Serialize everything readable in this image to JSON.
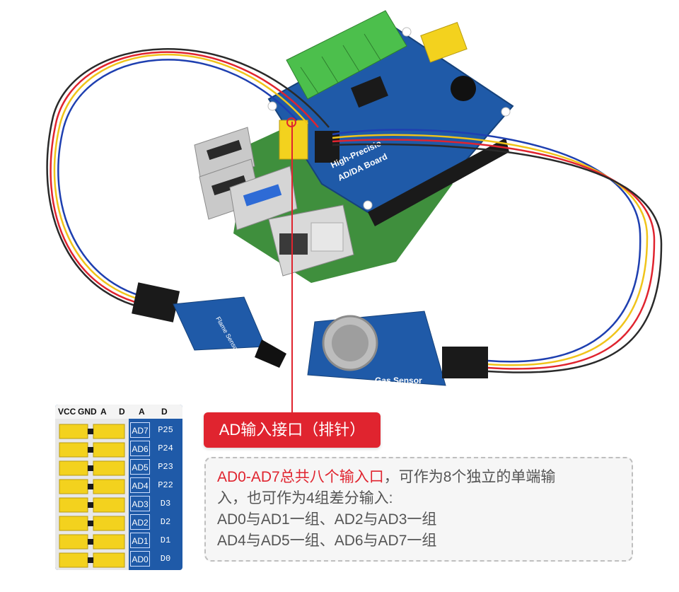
{
  "callout": {
    "title": "AD输入接口（排针）",
    "desc": {
      "line1_highlight": "AD0-AD7总共八个输入口",
      "line1_rest": "，可作为8个独立的单端输",
      "line2": "入，也可作为4组差分输入:",
      "line3": "AD0与AD1一组、AD2与AD3一组",
      "line4": "AD4与AD5一组、AD6与AD7一组"
    }
  },
  "board": {
    "line1": "High-Precisio",
    "line2": "AD/DA Board",
    "gas_label": "Gas Sensor",
    "flame_label": "Flame Sensor"
  },
  "inset": {
    "header": [
      "VCC",
      "GND",
      "A",
      "D",
      "A",
      "D"
    ],
    "rows": [
      {
        "ad": "AD7",
        "p": "P25"
      },
      {
        "ad": "AD6",
        "p": "P24"
      },
      {
        "ad": "AD5",
        "p": "P23"
      },
      {
        "ad": "AD4",
        "p": "P22"
      },
      {
        "ad": "AD3",
        "p": "D3"
      },
      {
        "ad": "AD2",
        "p": "D2"
      },
      {
        "ad": "AD1",
        "p": "D1"
      },
      {
        "ad": "AD0",
        "p": "D0"
      }
    ]
  },
  "colors": {
    "accent_red": "#e0242f",
    "board_blue": "#1f5aa8",
    "pcb_green": "#3a8a3a",
    "pin_yellow": "#f3d21e"
  }
}
